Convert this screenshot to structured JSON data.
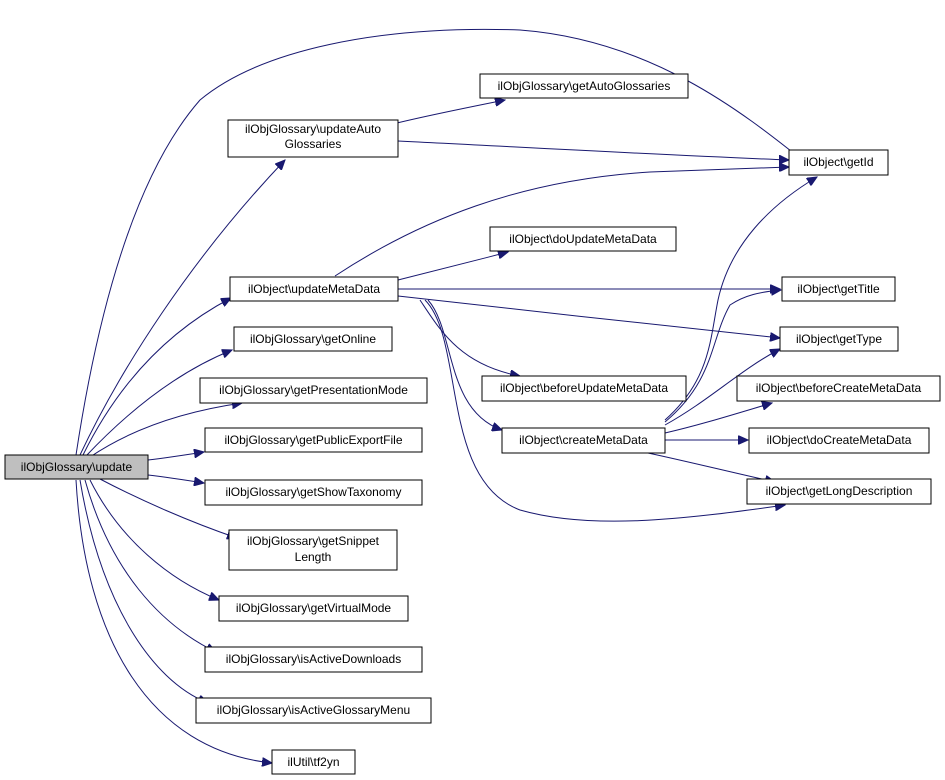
{
  "colors": {
    "edge": "#191970",
    "root_fill": "#bfbfbf",
    "node_fill": "#ffffff",
    "node_border": "#000000"
  },
  "nodes": {
    "update": {
      "lines": [
        "ilObjGlossary\\update"
      ],
      "root": true
    },
    "updateAutoGlossaries": {
      "lines": [
        "ilObjGlossary\\updateAuto",
        "Glossaries"
      ]
    },
    "getAutoGlossaries": {
      "lines": [
        "ilObjGlossary\\getAutoGlossaries"
      ]
    },
    "getId": {
      "lines": [
        "ilObject\\getId"
      ]
    },
    "doUpdateMetaData": {
      "lines": [
        "ilObject\\doUpdateMetaData"
      ]
    },
    "updateMetaData": {
      "lines": [
        "ilObject\\updateMetaData"
      ]
    },
    "getTitle": {
      "lines": [
        "ilObject\\getTitle"
      ]
    },
    "getOnline": {
      "lines": [
        "ilObjGlossary\\getOnline"
      ]
    },
    "getType": {
      "lines": [
        "ilObject\\getType"
      ]
    },
    "getPresentationMode": {
      "lines": [
        "ilObjGlossary\\getPresentationMode"
      ]
    },
    "beforeUpdateMetaData": {
      "lines": [
        "ilObject\\beforeUpdateMetaData"
      ]
    },
    "beforeCreateMetaData": {
      "lines": [
        "ilObject\\beforeCreateMetaData"
      ]
    },
    "getPublicExportFile": {
      "lines": [
        "ilObjGlossary\\getPublicExportFile"
      ]
    },
    "createMetaData": {
      "lines": [
        "ilObject\\createMetaData"
      ]
    },
    "doCreateMetaData": {
      "lines": [
        "ilObject\\doCreateMetaData"
      ]
    },
    "getShowTaxonomy": {
      "lines": [
        "ilObjGlossary\\getShowTaxonomy"
      ]
    },
    "getLongDescription": {
      "lines": [
        "ilObject\\getLongDescription"
      ]
    },
    "getSnippetLength": {
      "lines": [
        "ilObjGlossary\\getSnippet",
        "Length"
      ]
    },
    "getVirtualMode": {
      "lines": [
        "ilObjGlossary\\getVirtualMode"
      ]
    },
    "isActiveDownloads": {
      "lines": [
        "ilObjGlossary\\isActiveDownloads"
      ]
    },
    "isActiveGlossaryMenu": {
      "lines": [
        "ilObjGlossary\\isActiveGlossaryMenu"
      ]
    },
    "tf2yn": {
      "lines": [
        "ilUtil\\tf2yn"
      ]
    }
  },
  "edges": [
    [
      "update",
      "getId"
    ],
    [
      "update",
      "updateAutoGlossaries"
    ],
    [
      "update",
      "updateMetaData"
    ],
    [
      "update",
      "getOnline"
    ],
    [
      "update",
      "getPresentationMode"
    ],
    [
      "update",
      "getPublicExportFile"
    ],
    [
      "update",
      "getShowTaxonomy"
    ],
    [
      "update",
      "getSnippetLength"
    ],
    [
      "update",
      "getVirtualMode"
    ],
    [
      "update",
      "isActiveDownloads"
    ],
    [
      "update",
      "isActiveGlossaryMenu"
    ],
    [
      "update",
      "tf2yn"
    ],
    [
      "updateAutoGlossaries",
      "getAutoGlossaries"
    ],
    [
      "updateAutoGlossaries",
      "getId"
    ],
    [
      "updateMetaData",
      "getId"
    ],
    [
      "updateMetaData",
      "doUpdateMetaData"
    ],
    [
      "updateMetaData",
      "getTitle"
    ],
    [
      "updateMetaData",
      "getType"
    ],
    [
      "updateMetaData",
      "beforeUpdateMetaData"
    ],
    [
      "updateMetaData",
      "createMetaData"
    ],
    [
      "updateMetaData",
      "getLongDescription"
    ],
    [
      "createMetaData",
      "getId"
    ],
    [
      "createMetaData",
      "getTitle"
    ],
    [
      "createMetaData",
      "getType"
    ],
    [
      "createMetaData",
      "beforeCreateMetaData"
    ],
    [
      "createMetaData",
      "doCreateMetaData"
    ],
    [
      "createMetaData",
      "getLongDescription"
    ]
  ]
}
